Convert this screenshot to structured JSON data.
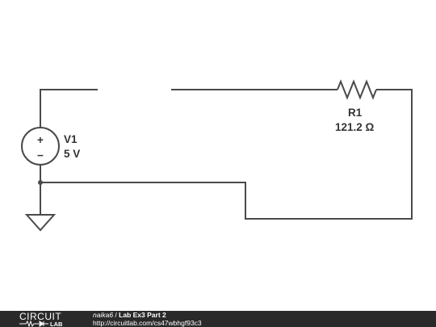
{
  "components": {
    "source": {
      "name": "V1",
      "value": "5 V",
      "plus_symbol": "+",
      "minus_symbol": "−"
    },
    "resistor": {
      "name": "R1",
      "value": "121.2 Ω"
    }
  },
  "footer": {
    "logo_top": "CIRCUIT",
    "logo_bottom": "LAB",
    "author": "naika6",
    "separator": " / ",
    "title": "Lab Ex3 Part 2",
    "url": "http://circuitlab.com/cs47wbhgf93c3"
  },
  "colors": {
    "wire": "#4a4a4a",
    "text": "#333333",
    "footer_bg": "#2a2a2a",
    "footer_text": "#ffffff"
  }
}
